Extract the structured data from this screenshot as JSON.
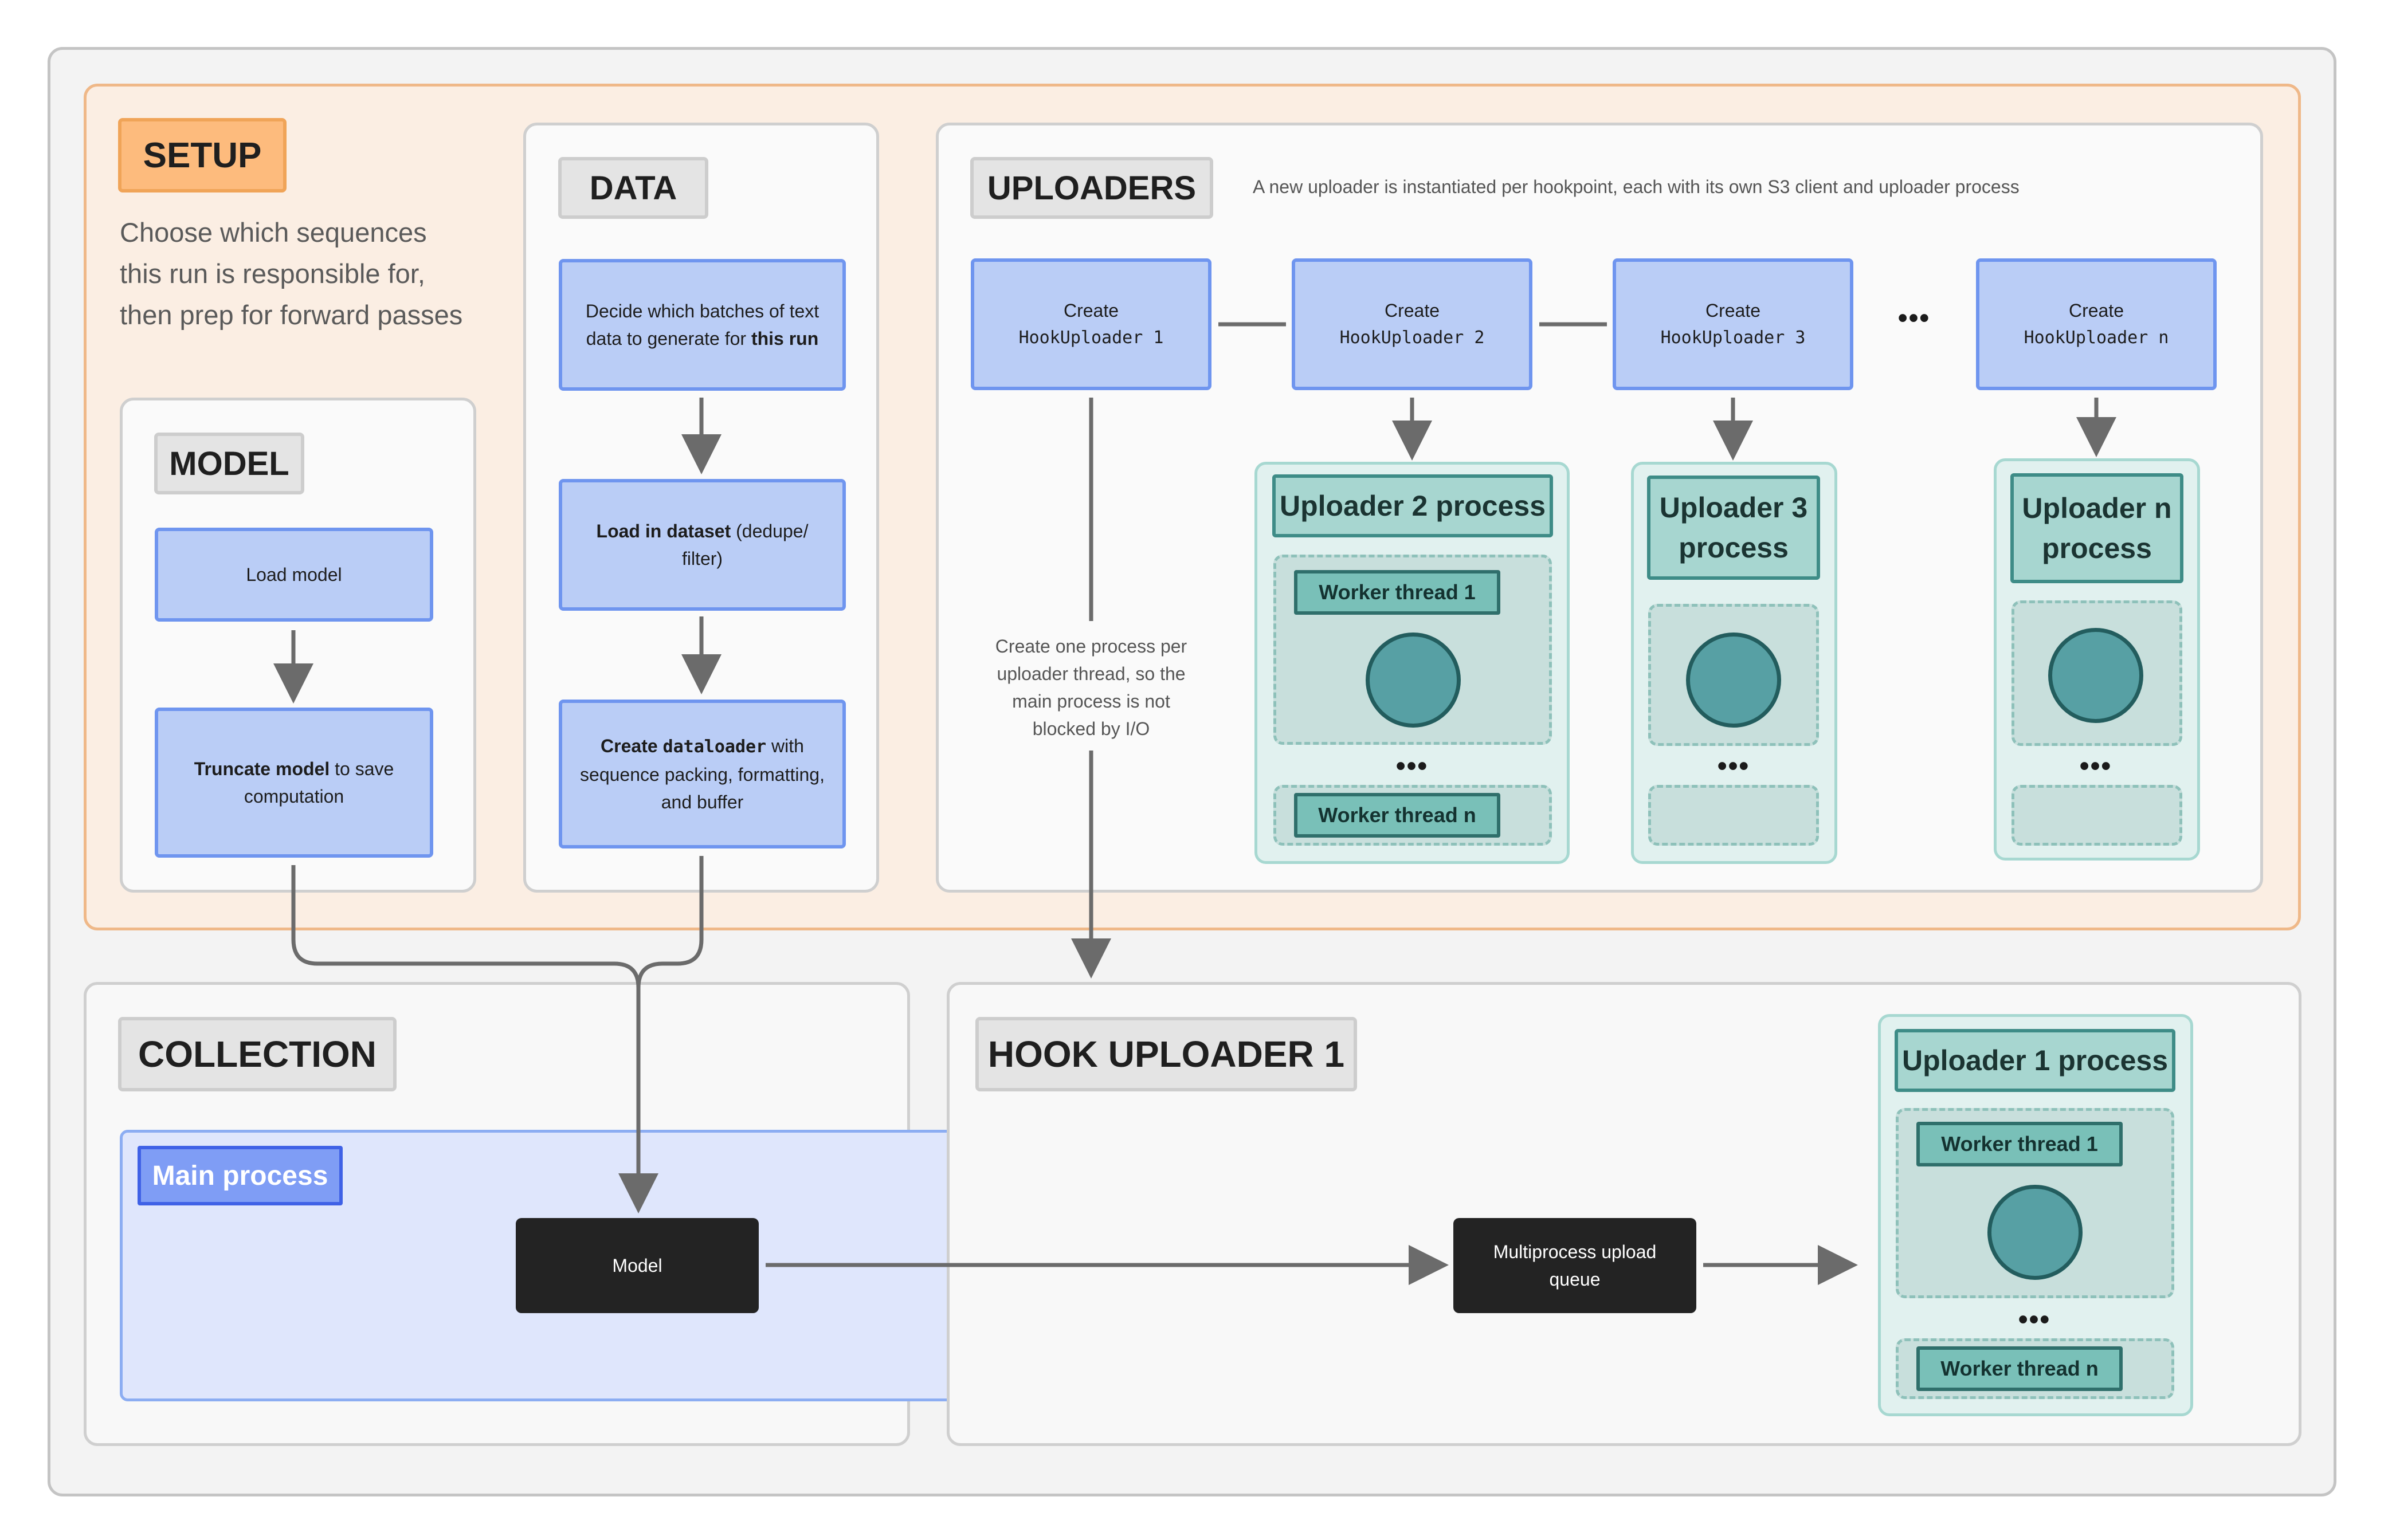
{
  "setup": {
    "title": "SETUP",
    "description": "Choose which sequences this run is responsible for, then prep for forward passes"
  },
  "model_panel": {
    "title": "MODEL",
    "load_model": "Load model",
    "truncate_bold": "Truncate model",
    "truncate_rest": " to save computation"
  },
  "data_panel": {
    "title": "DATA",
    "decide_text": "Decide which batches of text data to generate for ",
    "decide_bold": "this run",
    "load_bold": "Load in dataset",
    "load_rest": " (dedupe/ filter)",
    "create_bold": "Create ",
    "create_code": "dataloader",
    "create_rest": " with sequence packing, formatting, and buffer"
  },
  "uploaders_panel": {
    "title": "UPLOADERS",
    "hint": "A new uploader is instantiated per hookpoint, each with its own S3 client and uploader process",
    "create_label": "Create",
    "hook_uploaders": [
      "HookUploader 1",
      "HookUploader 2",
      "HookUploader 3",
      "HookUploader n"
    ],
    "ellipsis": "•••",
    "process_note": "Create one process per uploader thread, so the main process is not blocked by I/O",
    "process_2": "Uploader 2 process",
    "process_3": "Uploader 3 process",
    "process_n": "Uploader n process",
    "worker_1": "Worker thread 1",
    "worker_n": "Worker thread n"
  },
  "collection": {
    "title": "COLLECTION",
    "main_process": "Main process",
    "model": "Model"
  },
  "hook_uploader_1": {
    "title": "HOOK UPLOADER 1",
    "queue": "Multiprocess upload queue",
    "process_1": "Uploader 1 process",
    "worker_1": "Worker thread 1",
    "worker_n": "Worker thread n",
    "ellipsis": "•••"
  }
}
